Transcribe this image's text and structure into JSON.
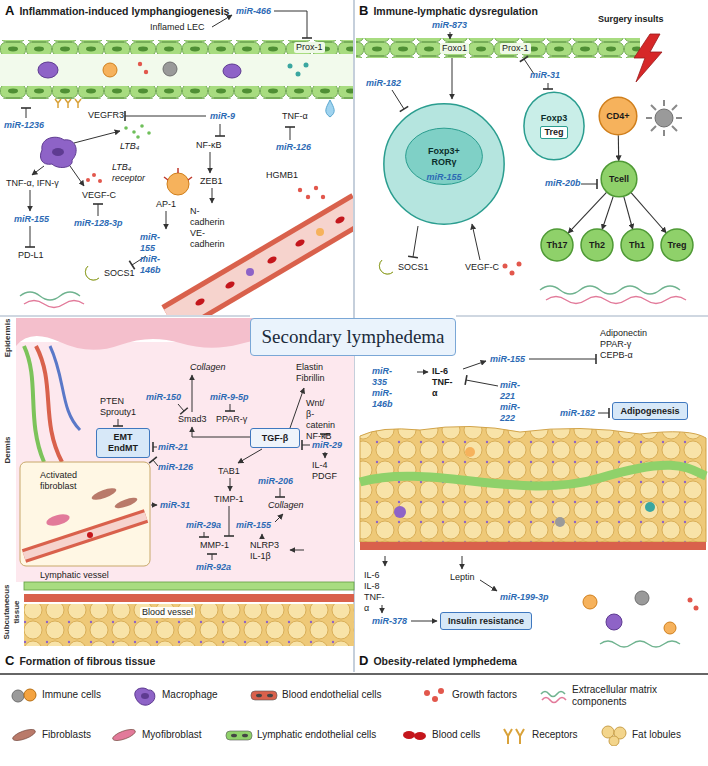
{
  "diagram": {
    "nodes": [
      {
        "text": [
          "A",
          "Inflammation-induced lymphangiogenesis"
        ]
      },
      {
        "text": [
          "B",
          "Immune-lymphatic dysregulation"
        ]
      },
      {
        "text": [
          "Foxp3+ RORγ",
          "miR-155"
        ],
        "in": 1
      },
      {
        "text": [
          "Foxp3",
          "Treg"
        ],
        "in": 1
      },
      {
        "text": [
          "CD4+"
        ],
        "in": 1
      },
      {
        "text": [
          "Tcell"
        ],
        "in": 1
      },
      {
        "text": [
          "Th17"
        ],
        "in": 1
      },
      {
        "text": [
          "Th2"
        ],
        "in": 1
      },
      {
        "text": [
          "Th1"
        ],
        "in": 1
      },
      {
        "text": [
          "Treg"
        ],
        "in": 1
      },
      {
        "text": [
          "Secondary lymphedema"
        ]
      },
      {
        "text": [
          "C",
          "Formation of fibrous tissue"
        ]
      },
      {
        "text": [
          "EMT EndMT"
        ],
        "in": 11
      },
      {
        "text": [
          "TGF-β"
        ],
        "in": 11
      },
      {
        "text": [
          "D",
          "Obesity-related lymphedema"
        ]
      },
      {
        "text": [
          "Adipogenesis"
        ],
        "in": 14
      },
      {
        "text": [
          "Insulin resistance"
        ],
        "in": 14
      }
    ],
    "edges": [
      {
        "from": 4,
        "to": 5,
        "arrow": "to"
      },
      {
        "from": 5,
        "to": 6,
        "arrow": "to"
      },
      {
        "from": 5,
        "to": 7,
        "arrow": "to"
      },
      {
        "from": 5,
        "to": 8,
        "arrow": "to"
      },
      {
        "from": 5,
        "to": 9,
        "arrow": "to"
      }
    ],
    "labels": [
      "miR-466",
      "Inflamed LEC",
      "Prox-1",
      "VEGFR3",
      "miR-9",
      "TNF-α",
      "miR-1236",
      "LTB₄",
      "NF-κB",
      "miR-126",
      "HGMB1",
      "LTB₄ receptor",
      "ZEB1",
      "TNF-α, IFN-γ",
      "VEGF-C",
      "AP-1",
      "N-cadherin VE-cadherin",
      "miR-155",
      "miR-128-3p",
      "miR-155 miR-146b",
      "PD-L1",
      "SOCS1",
      "miR-873",
      "Foxo1",
      "Prox-1",
      "Surgery insults",
      "miR-182",
      "miR-31",
      "miR-20b",
      "SOCS1",
      "VEGF-C",
      "Epidermis",
      "Dermis",
      "Subcutaneous tissue",
      "Collagen",
      "Elastin Fibrillin",
      "PTEN Sprouty1",
      "miR-150",
      "miR-9-5p",
      "Smad3",
      "PPAR-γ",
      "Wnt/ β-catenin NF-κB",
      "miR-21",
      "miR-29",
      "miR-126",
      "TAB1",
      "Activated fibroblast",
      "IL-4 PDGF",
      "miR-206",
      "miR-31",
      "TIMP-1",
      "Collagen",
      "miR-29a",
      "miR-155",
      "MMP-1",
      "NLRP3 IL-1β",
      "miR-92a",
      "Lymphatic vessel",
      "Blood vessel",
      "miR-335 miR-146b",
      "IL-6 TNF-α",
      "miR-155",
      "Adiponectin PPAR-γ CEPB-α",
      "miR-221 miR-222",
      "miR-182",
      "IL-6 IL-8 TNF-α",
      "Leptin",
      "miR-199-3p",
      "miR-378"
    ],
    "legend": [
      {
        "text": "Immune cells",
        "color": "#f4a340"
      },
      {
        "text": "Macrophage",
        "color": "#8e63c7"
      },
      {
        "text": "Blood endothelial cells",
        "color": "#d9614c"
      },
      {
        "text": "Growth factors",
        "color": "#e2574c"
      },
      {
        "text": "Extracellular matrix components",
        "color": "#6fb38f"
      },
      {
        "text": "Fibroblasts",
        "color": "#b97a6a"
      },
      {
        "text": "Myofibroblast",
        "color": "#e27a9a"
      },
      {
        "text": "Lymphatic endothelial cells",
        "color": "#8fd16a"
      },
      {
        "text": "Blood cells",
        "color": "#c4161c"
      },
      {
        "text": "Receptors",
        "color": "#d9a23a"
      },
      {
        "text": "Fat lobules",
        "color": "#f3d58c"
      }
    ]
  }
}
